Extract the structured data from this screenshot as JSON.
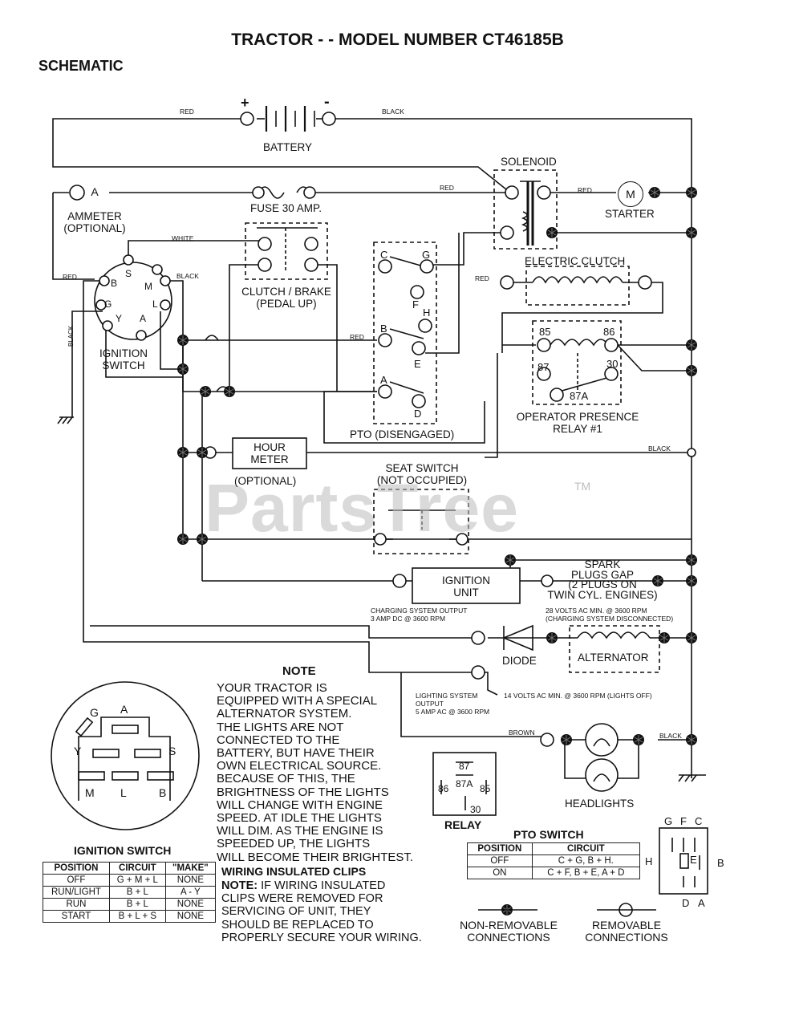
{
  "title": "TRACTOR - - MODEL NUMBER CT46185B",
  "subtitle": "SCHEMATIC",
  "watermark": "PartsTree",
  "watermark_tm": "TM",
  "wires": {
    "red": "RED",
    "black": "BLACK",
    "white": "WHITE",
    "brown": "BROWN"
  },
  "battery": {
    "label": "BATTERY",
    "plus": "+",
    "minus": "-"
  },
  "solenoid": {
    "label": "SOLENOID"
  },
  "starter": {
    "label": "STARTER",
    "symbol": "M"
  },
  "ammeter": {
    "symbol": "A",
    "line1": "AMMETER",
    "line2": "(OPTIONAL)"
  },
  "fuse": {
    "label": "FUSE 30 AMP."
  },
  "clutch_brake": {
    "line1": "CLUTCH / BRAKE",
    "line2": "(PEDAL UP)"
  },
  "electric_clutch": {
    "label": "ELECTRIC CLUTCH"
  },
  "ignition_switch": {
    "line1": "IGNITION",
    "line2": "SWITCH",
    "terminals": {
      "b": "B",
      "s": "S",
      "m": "M",
      "g": "G",
      "y": "Y",
      "a": "A",
      "l": "L"
    }
  },
  "pto": {
    "label": "PTO (DISENGAGED)",
    "terminals": {
      "c": "C",
      "g": "G",
      "f": "F",
      "h": "H",
      "b": "B",
      "e": "E",
      "a": "A",
      "d": "D"
    }
  },
  "relay1": {
    "line1": "OPERATOR PRESENCE",
    "line2": "RELAY #1",
    "t85": "85",
    "t86": "86",
    "t87": "87",
    "t30": "30",
    "t87a": "87A"
  },
  "hour_meter": {
    "line1": "HOUR",
    "line2": "METER",
    "note": "(OPTIONAL)"
  },
  "seat_switch": {
    "line1": "SEAT SWITCH",
    "line2": "(NOT OCCUPIED)"
  },
  "ignition_unit": {
    "line1": "IGNITION",
    "line2": "UNIT"
  },
  "spark_plugs": {
    "line1": "SPARK",
    "line2": "PLUGS GAP",
    "line3": "(2 PLUGS ON",
    "line4": "TWIN CYL. ENGINES)"
  },
  "charging_output": {
    "line1": "CHARGING SYSTEM OUTPUT",
    "line2": "3 AMP DC @ 3600 RPM"
  },
  "volts_28": {
    "line1": "28 VOLTS AC MIN. @ 3600 RPM",
    "line2": "(CHARGING SYSTEM DISCONNECTED)"
  },
  "diode": {
    "label": "DIODE"
  },
  "alternator": {
    "label": "ALTERNATOR"
  },
  "lighting_output": {
    "line1": "LIGHTING SYSTEM",
    "line2": "OUTPUT",
    "line3": "5 AMP AC @ 3600 RPM"
  },
  "volts_14": "14 VOLTS AC MIN. @ 3600 RPM (LIGHTS OFF)",
  "headlights": {
    "label": "HEADLIGHTS"
  },
  "note": {
    "title": "NOTE",
    "lines": [
      "YOUR TRACTOR IS",
      "EQUIPPED WITH A SPECIAL",
      "ALTERNATOR SYSTEM.",
      "THE LIGHTS ARE NOT",
      "CONNECTED TO THE",
      "BATTERY, BUT HAVE THEIR",
      "OWN ELECTRICAL SOURCE.",
      "BECAUSE OF THIS, THE",
      "BRIGHTNESS OF THE LIGHTS",
      "WILL CHANGE WITH ENGINE",
      "SPEED.  AT IDLE THE LIGHTS",
      "WILL DIM.  AS THE ENGINE IS",
      "SPEEDED UP, THE LIGHTS",
      "WILL BECOME THEIR BRIGHTEST."
    ]
  },
  "ignition_diagram": {
    "g": "G",
    "a": "A",
    "y": "Y",
    "s": "S",
    "m": "M",
    "l": "L",
    "b": "B",
    "title": "IGNITION SWITCH"
  },
  "ignition_table": {
    "headers": [
      "POSITION",
      "CIRCUIT",
      "\"MAKE\""
    ],
    "rows": [
      [
        "OFF",
        "G + M + L",
        "NONE"
      ],
      [
        "RUN/LIGHT",
        "B + L",
        "A - Y"
      ],
      [
        "RUN",
        "B + L",
        "NONE"
      ],
      [
        "START",
        "B + L + S",
        "NONE"
      ]
    ]
  },
  "relay_diagram": {
    "t87": "87",
    "t87a": "87A",
    "t86": "86",
    "t85": "85",
    "t30": "30",
    "title": "RELAY"
  },
  "clips": {
    "title": "WIRING INSULATED CLIPS",
    "note_label": "NOTE:",
    "lines": [
      "IF WIRING INSULATED",
      "CLIPS WERE REMOVED FOR",
      "SERVICING OF UNIT, THEY",
      "SHOULD BE REPLACED TO",
      "PROPERLY SECURE YOUR WIRING."
    ]
  },
  "pto_table": {
    "title": "PTO SWITCH",
    "headers": [
      "POSITION",
      "CIRCUIT"
    ],
    "rows": [
      [
        "OFF",
        "C + G, B + H."
      ],
      [
        "ON",
        "C + F, B + E, A + D"
      ]
    ]
  },
  "pto_diagram": {
    "g": "G",
    "f": "F",
    "c": "C",
    "h": "H",
    "e": "E",
    "b": "B",
    "d": "D",
    "a": "A"
  },
  "legend": {
    "non_removable": {
      "line1": "NON-REMOVABLE",
      "line2": "CONNECTIONS"
    },
    "removable": {
      "line1": "REMOVABLE",
      "line2": "CONNECTIONS"
    }
  }
}
